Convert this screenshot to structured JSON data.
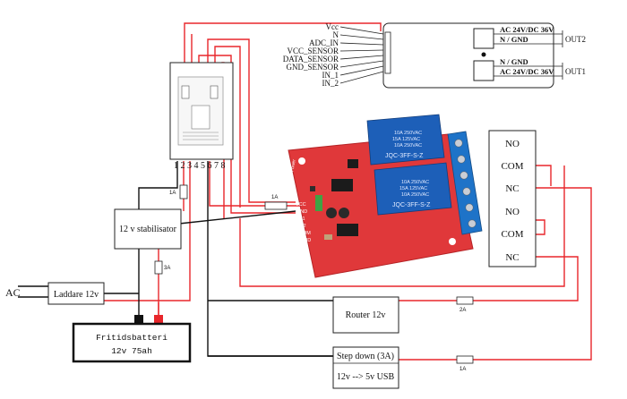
{
  "colors": {
    "wire_red": "#e8262b",
    "wire_black": "#111111",
    "board_red": "#e0383a",
    "relay_blue": "#1d5fb8",
    "terminal_blue": "#1e73c8",
    "box_stroke": "#222222"
  },
  "module_pins": {
    "labels": [
      "Vcc",
      "N",
      "ADC_IN",
      "VCC_SENSOR",
      "DATA_SENSOR",
      "GND_SENSOR",
      "IN_1",
      "IN_2"
    ]
  },
  "module_outputs": {
    "out2_ac": "AC 24V/DC 36V",
    "out2_gnd": "N / GND",
    "out2_label": "OUT2",
    "out1_gnd": "N / GND",
    "out1_ac": "AC 24V/DC 36V",
    "out1_label": "OUT1"
  },
  "controller": {
    "pin_numbers": "1 2 3 4 5 6 7 8"
  },
  "relay_board": {
    "relay1_line1": "10A 250VAC",
    "relay1_line2": "15A 125VAC",
    "relay1_line3": "10A 250VAC",
    "relay1_model": "JQC-3FF-S-Z",
    "relay2_line1": "10A 250VAC",
    "relay2_line2": "15A 125VAC",
    "relay2_line3": "10A 250VAC",
    "relay2_model": "JQC-3FF-S-Z",
    "pins": [
      "VCC",
      "GND",
      "IN1",
      "IN2",
      "COM",
      "GND"
    ],
    "power_label": "Power"
  },
  "terminals": {
    "labels": [
      "NO",
      "COM",
      "NC",
      "NO",
      "COM",
      "NC"
    ]
  },
  "components": {
    "stabilisator": "12 v stabilisator",
    "charger": "Laddare 12v",
    "ac": "AC",
    "battery_line1": "Fritidsbatteri",
    "battery_line2": "12v 75ah",
    "router": "Router 12v",
    "stepdown_line1": "Step down (3A)",
    "stepdown_line2": "12v --> 5v USB"
  },
  "fuses": {
    "f1": "1A",
    "f2": "1A",
    "f3": "3A",
    "f4": "2A",
    "f5": "1A"
  }
}
